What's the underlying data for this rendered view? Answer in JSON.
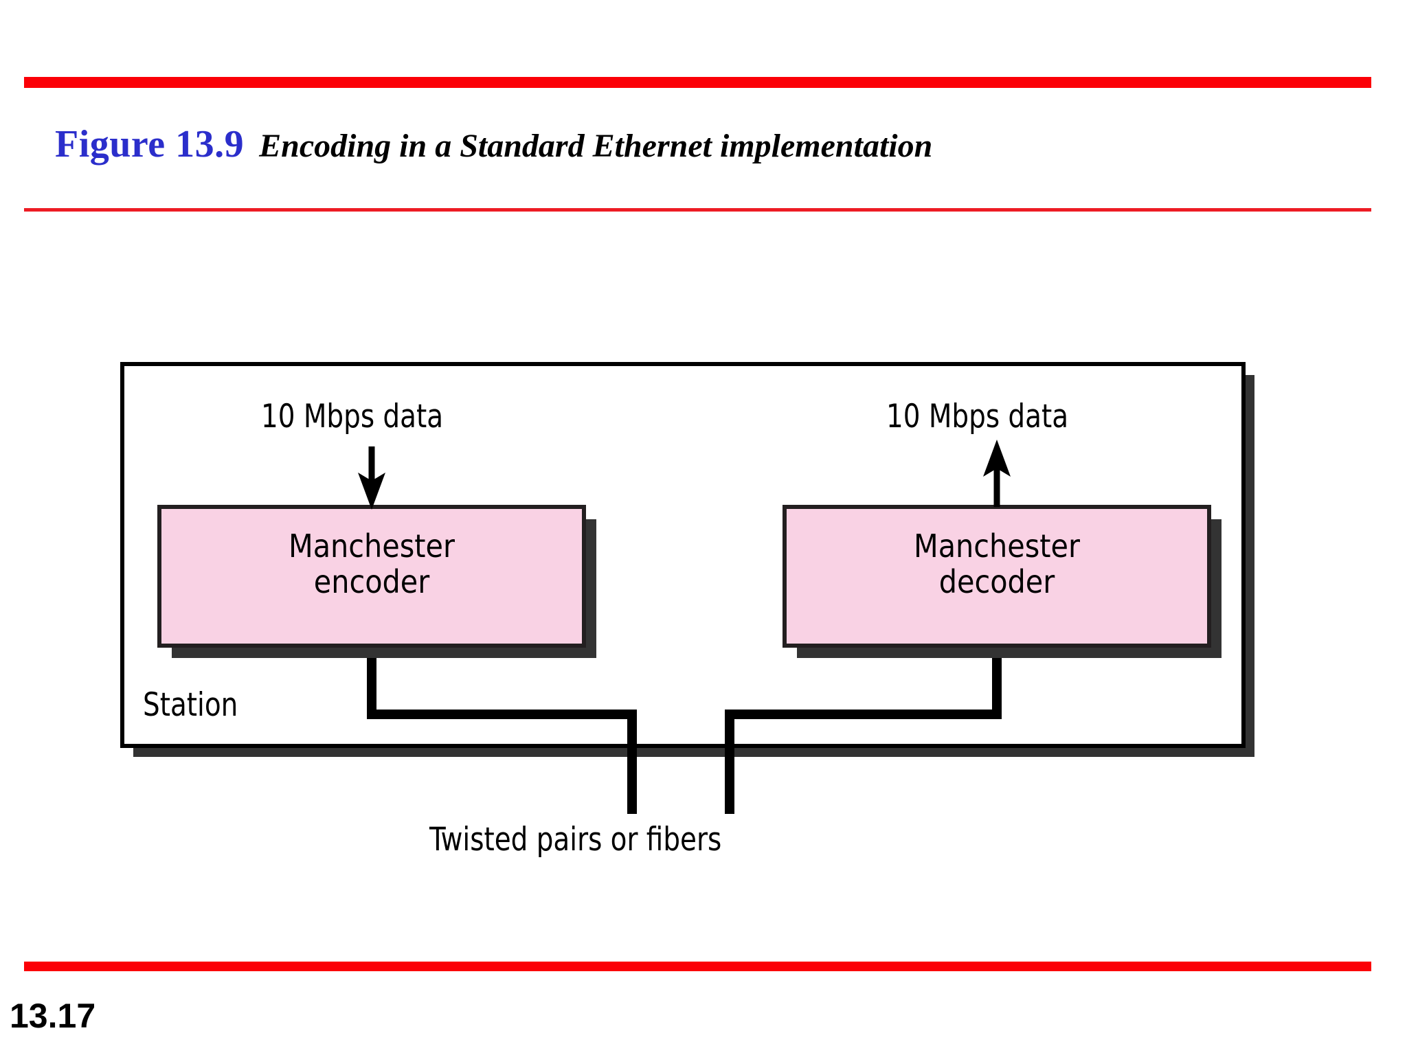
{
  "slide": {
    "page_number": "13.17",
    "accent_color": "#fb0007",
    "title_label_color": "#2b2ecb"
  },
  "figure": {
    "label": "Figure 13.9",
    "caption": "Encoding in a Standard Ethernet implementation"
  },
  "diagram": {
    "station_label": "Station",
    "medium_label": "Twisted pairs or fibers",
    "box_fill": "#f9d2e4",
    "box_stroke": "#231f20",
    "shadow_color": "#333333",
    "nodes": [
      {
        "id": "encoder",
        "title_line1": "Manchester",
        "title_line2": "encoder",
        "input_label": "10 Mbps data",
        "arrow_direction": "down"
      },
      {
        "id": "decoder",
        "title_line1": "Manchester",
        "title_line2": "decoder",
        "input_label": "10 Mbps data",
        "arrow_direction": "up"
      }
    ]
  }
}
